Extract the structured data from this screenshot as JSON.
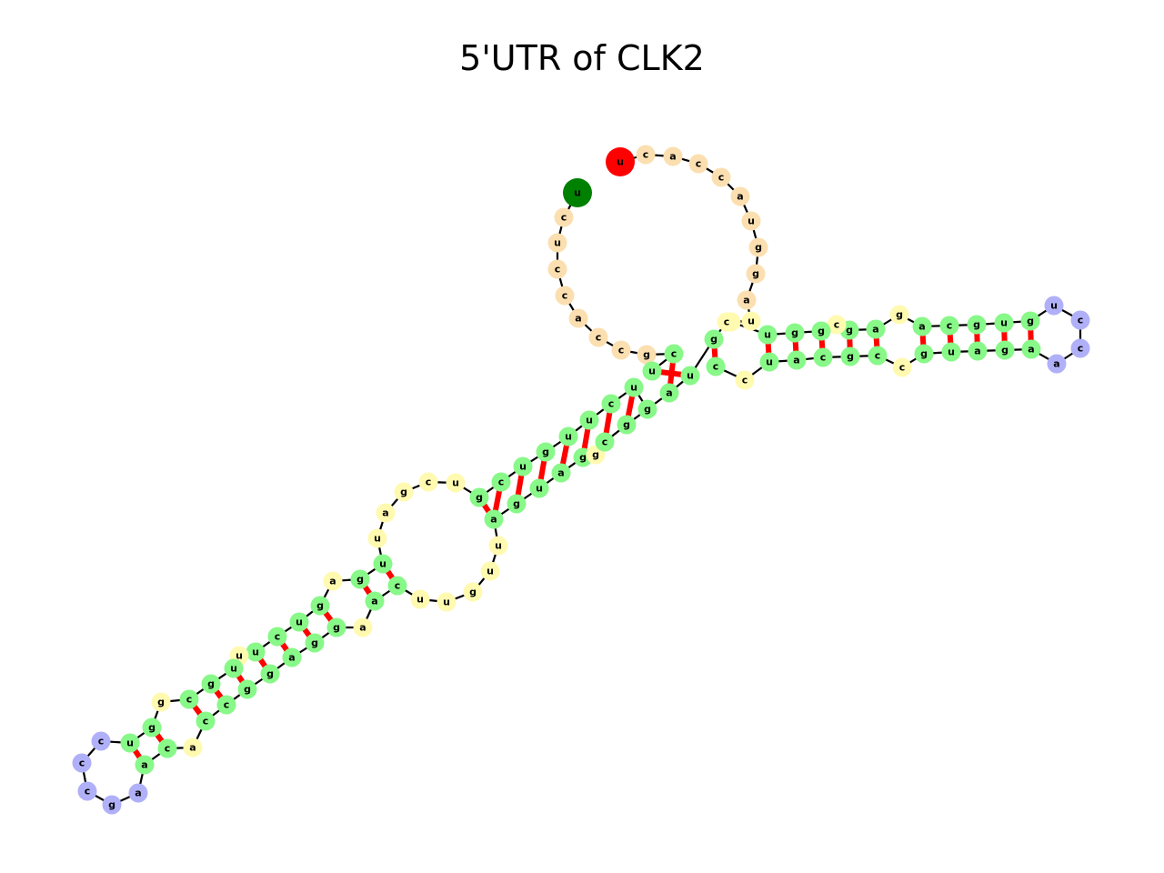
{
  "title": "5'UTR of CLK2",
  "colors": {
    "stem": "#88f888",
    "unpaired": "#fffab0",
    "hairpin_loop": "#b0b0f8",
    "exterior_loop": "#fbdfb0",
    "five_prime": "#ff0000",
    "three_prime": "#008000",
    "pair_edge": "#ff0000",
    "backbone": "#000000",
    "label": "#000000"
  },
  "structure": {
    "outer_loop": [
      "u",
      "c",
      "a",
      "c",
      "c",
      "a",
      "u",
      "g",
      "g",
      "a"
    ],
    "arm_a_5prime_to_branch": [
      "u",
      "c",
      "u",
      "u",
      "g",
      "u",
      "c",
      "g",
      "u",
      "c",
      "g",
      "a"
    ],
    "arm_a_5prime_lower": [
      "u",
      "u",
      "g",
      "a",
      "g",
      "u",
      "c",
      "u",
      "u",
      "u",
      "g",
      "c",
      "g",
      "g",
      "u",
      "c"
    ],
    "arm_a_hairpin_loop": [
      "c",
      "c",
      "g",
      "a",
      "a"
    ],
    "arm_a_3prime": [
      "c",
      "a",
      "c",
      "c",
      "g",
      "g",
      "a",
      "g",
      "g",
      "a",
      "a",
      "c",
      "u",
      "u",
      "g",
      "u",
      "u",
      "a",
      "g",
      "u",
      "a",
      "g",
      "g",
      "c",
      "g"
    ],
    "arm_b": [
      "g",
      "a",
      "u",
      "c",
      "c",
      "u",
      "a",
      "c",
      "g",
      "c",
      "c",
      "g",
      "u",
      "a",
      "g",
      "a",
      "a",
      "c",
      "c",
      "u",
      "g",
      "u",
      "g",
      "c",
      "a",
      "g",
      "a",
      "g",
      "c",
      "g",
      "g",
      "u"
    ],
    "inner_tail": [
      "c",
      "u",
      "c",
      "c",
      "a",
      "c",
      "c",
      "g",
      "c",
      "u"
    ],
    "tail_end": "u"
  }
}
